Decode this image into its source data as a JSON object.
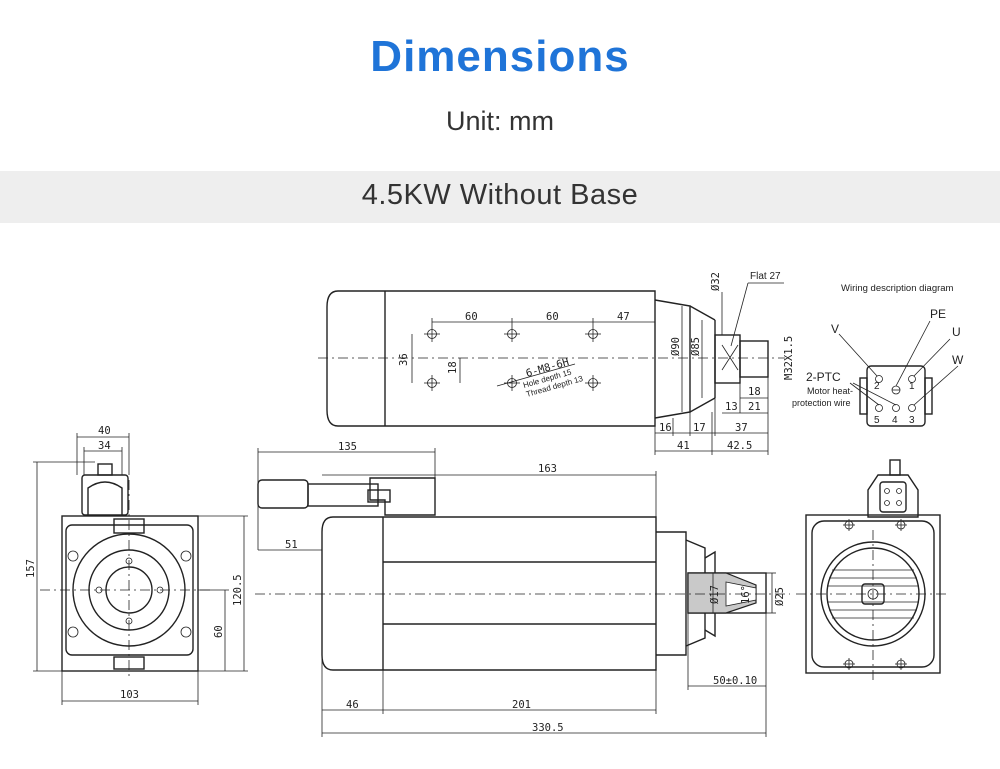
{
  "header": {
    "title": "Dimensions",
    "unit": "Unit: mm",
    "model": "4.5KW Without Base"
  },
  "top_view": {
    "spacing_1": "60",
    "spacing_2": "60",
    "spacing_3": "47",
    "height_36": "36",
    "height_18": "18",
    "thread_spec": "6-M8-6H",
    "hole_depth": "Hole depth 15",
    "thread_depth": "Thread depth 13",
    "dia_90": "Ø90",
    "dia_85": "Ø85",
    "dia_32": "Ø32",
    "flat": "Flat 27",
    "thread_m32": "M32X1.5",
    "d_18": "18",
    "d_13": "13",
    "d_21": "21",
    "d_37": "37",
    "d_16": "16",
    "d_17": "17",
    "d_41": "41",
    "d_42_5": "42.5"
  },
  "wiring": {
    "title": "Wiring description diagram",
    "pe": "PE",
    "u": "U",
    "v": "V",
    "w": "W",
    "ptc": "2-PTC",
    "motor_heat": "Motor heat-",
    "protection_wire": "protection wire",
    "pins": [
      "2",
      "1",
      "5",
      "4",
      "3"
    ]
  },
  "left_view": {
    "w_40": "40",
    "w_34": "34",
    "h_157": "157",
    "h_120_5": "120.5",
    "h_60": "60",
    "w_103": "103"
  },
  "side_view": {
    "d_135": "135",
    "d_163": "163",
    "d_51": "51",
    "dia_17": "Ø17",
    "angle_16": "16°",
    "dia_25": "Ø25",
    "d_50": "50±0.10",
    "d_46": "46",
    "d_201": "201",
    "d_330_5": "330.5"
  }
}
